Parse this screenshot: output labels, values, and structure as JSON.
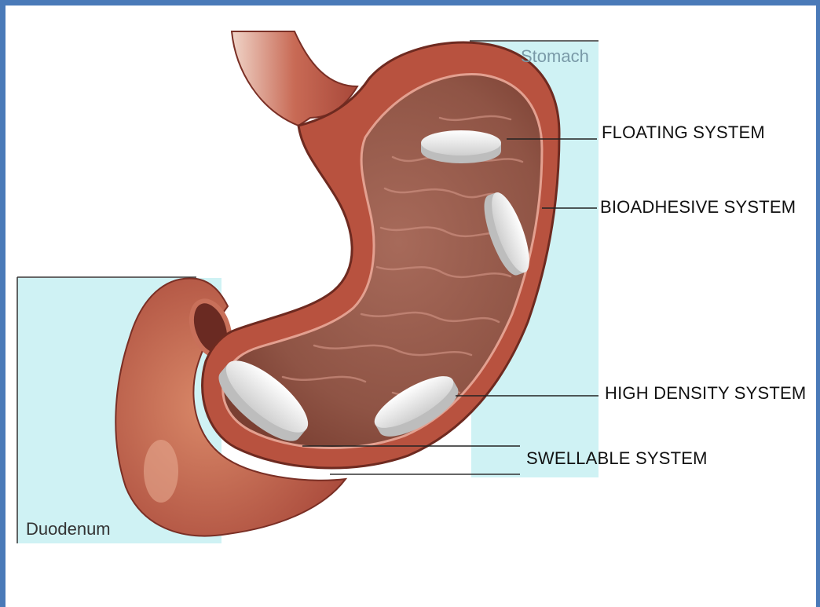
{
  "organs": {
    "stomach": "Stomach",
    "duodenum": "Duodenum"
  },
  "labels": {
    "floating": "FLOATING SYSTEM",
    "bioadhesive": "BIOADHESIVE SYSTEM",
    "high_density": "HIGH DENSITY SYSTEM",
    "swellable": "SWELLABLE SYSTEM"
  },
  "colors": {
    "frame": "#4a7ab8",
    "panel": "#cff2f4",
    "stomach_label": "#7a9aa8",
    "duodenum_label": "#333333",
    "tissue": "#b8523f",
    "lumen": "#9a5a4a",
    "tablet": "#f4f4f4"
  }
}
